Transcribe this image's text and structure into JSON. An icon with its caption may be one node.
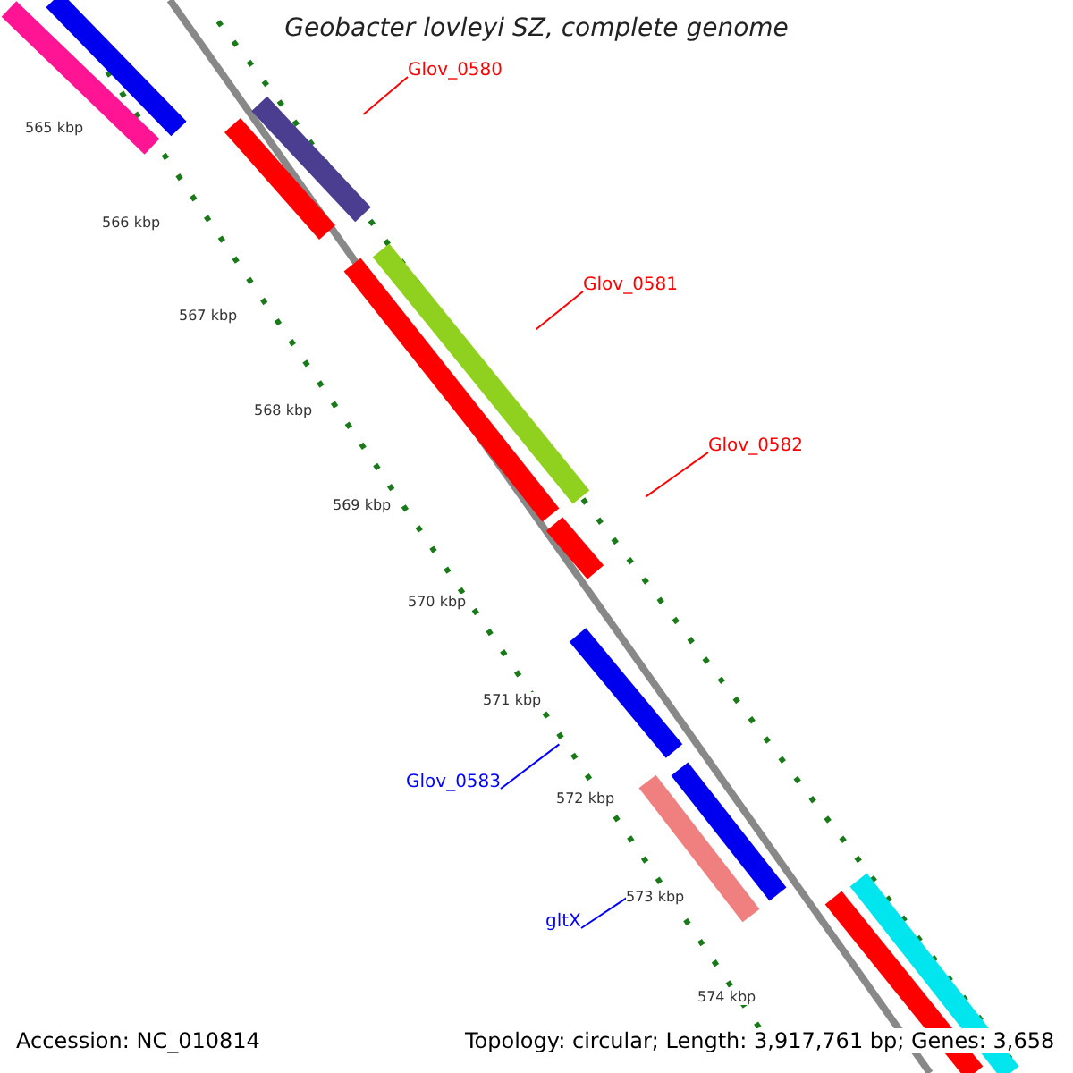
{
  "diagram": {
    "title": "Geobacter lovleyi SZ, complete genome",
    "nodes": [
      {
        "text": [
          "Glov_0580"
        ]
      },
      {
        "text": [],
        "shape": "bar"
      },
      {
        "text": [
          "Glov_0581"
        ]
      },
      {
        "text": [],
        "shape": "bar"
      },
      {
        "text": [
          "Glov_0582"
        ]
      },
      {
        "text": [],
        "shape": "bar"
      },
      {
        "text": [
          "Glov_0583"
        ]
      },
      {
        "text": [],
        "shape": "bar"
      },
      {
        "text": [
          "gltX"
        ]
      },
      {
        "text": [],
        "shape": "bar"
      }
    ],
    "edges": [
      {
        "from": 0,
        "to": 1,
        "arrow": "none"
      },
      {
        "from": 2,
        "to": 3,
        "arrow": "none"
      },
      {
        "from": 4,
        "to": 5,
        "arrow": "none"
      },
      {
        "from": 6,
        "to": 7,
        "arrow": "none",
        "color": "#0000ff"
      },
      {
        "from": 8,
        "to": 9,
        "arrow": "none",
        "color": "#0000ff"
      }
    ],
    "labels": [
      "565 kbp",
      "566 kbp",
      "567 kbp",
      "568 kbp",
      "569 kbp",
      "570 kbp",
      "571 kbp",
      "572 kbp",
      "573 kbp",
      "574 kbp",
      "Accession: NC_010814",
      "Topology: circular; Length: 3,917,761 bp; Genes: 3,658"
    ]
  }
}
